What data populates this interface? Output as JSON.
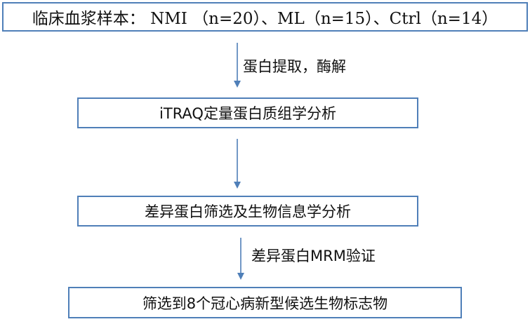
{
  "steps": [
    {
      "text": "临床血浆样本： NMI （n=20）、ML（n=15）、Ctrl（n=14）"
    },
    {
      "text": "iTRAQ定量蛋白质组学分析"
    },
    {
      "text": "差异蛋白筛选及生物信息学分析"
    },
    {
      "text": "筛选到8个冠心病新型候选生物标志物"
    }
  ],
  "arrow_labels": [
    "蛋白提取，酶解",
    "差异蛋白MRM验证"
  ],
  "colors": {
    "stroke": "#4f7fb8",
    "text": "#111111"
  }
}
